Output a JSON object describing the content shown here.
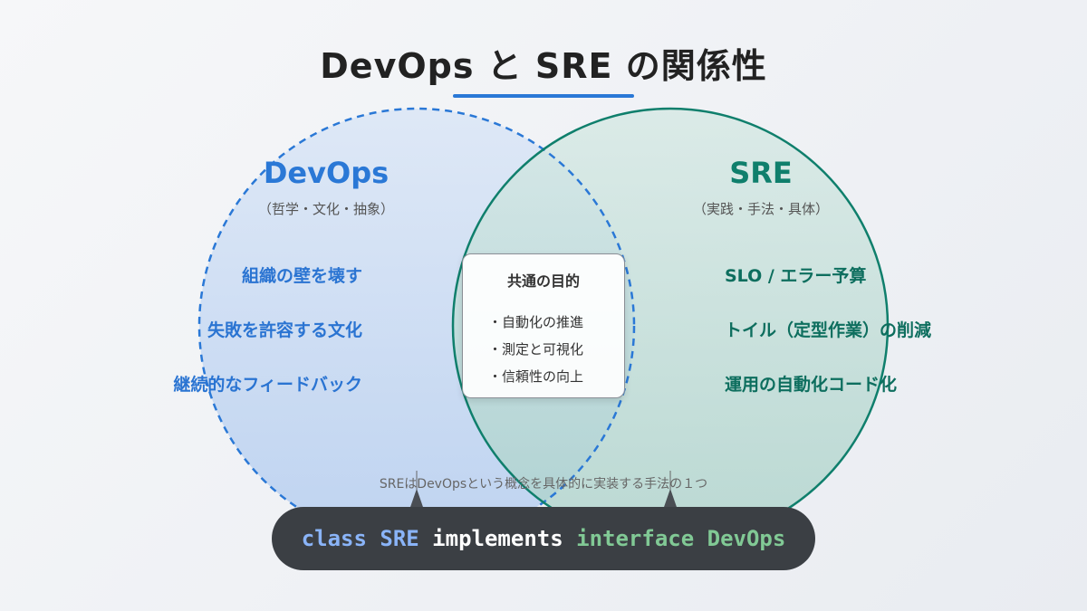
{
  "title": "DevOps と SRE の関係性",
  "devops": {
    "title": "DevOps",
    "subtitle": "（哲学・文化・抽象）",
    "items": [
      "組織の壁を壊す",
      "失敗を許容する文化",
      "継続的なフィードバック"
    ],
    "color": "#2a78d6"
  },
  "sre": {
    "title": "SRE",
    "subtitle": "（実践・手法・具体）",
    "items": [
      "SLO / エラー予算",
      "トイル（定型作業）の削減",
      "運用の自動化コード化"
    ],
    "color": "#0f7f6c"
  },
  "common": {
    "title": "共通の目的",
    "items": [
      "・自動化の推進",
      "・測定と可視化",
      "・信頼性の向上"
    ]
  },
  "caption": "SREはDevOpsという概念を具体的に実装する手法の１つ",
  "code": {
    "part1": "class SRE",
    "part2": " implements ",
    "part3": "interface DevOps"
  }
}
